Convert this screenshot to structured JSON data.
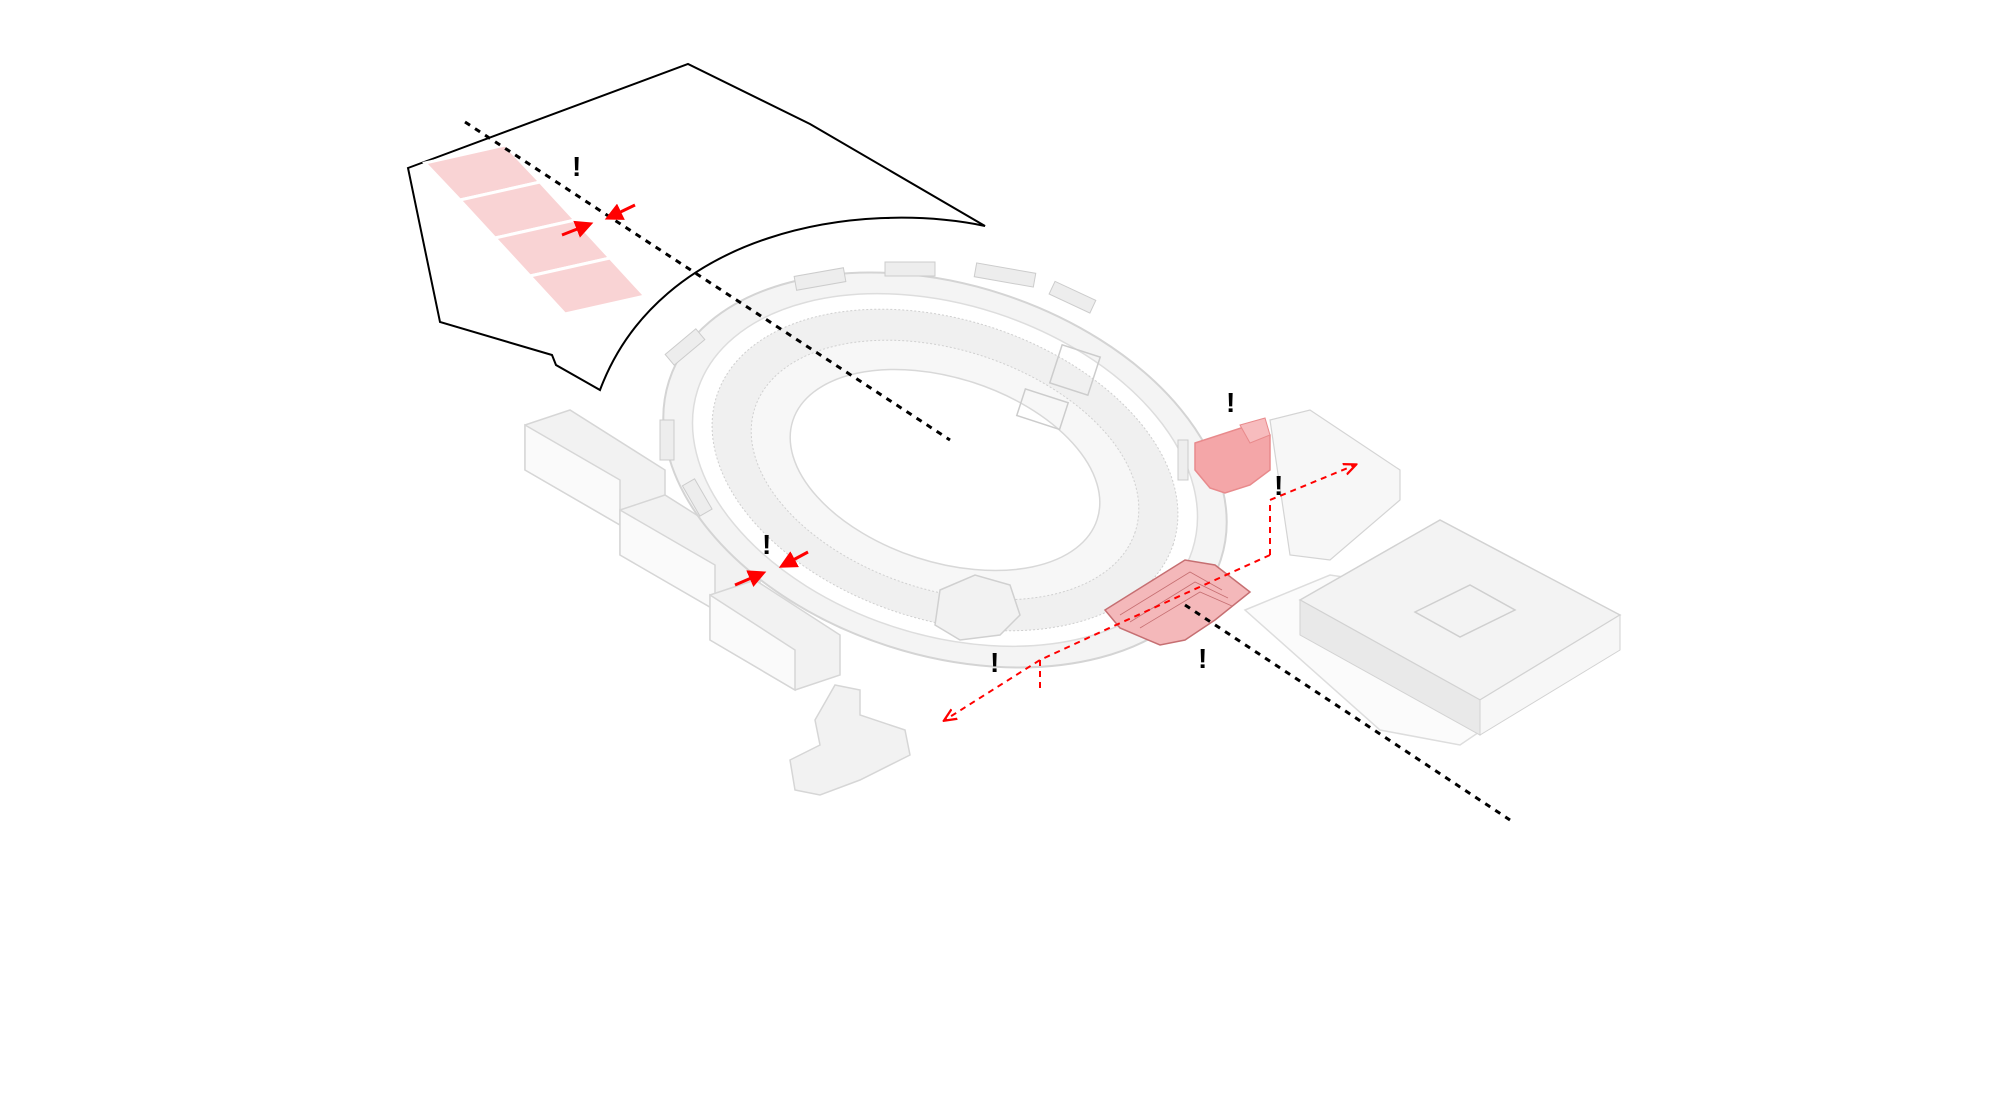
{
  "colors": {
    "background": "#ffffff",
    "massing": "#f2f2f2",
    "massing_edge": "#d0d0d0",
    "highlight": "#f4a6a8",
    "highlight_edge": "#e88a8c",
    "arrow": "#ff0000",
    "axis": "#000000"
  },
  "markers": [
    {
      "id": "marker-north-plot",
      "label": "!"
    },
    {
      "id": "marker-east-building",
      "label": "!"
    },
    {
      "id": "marker-east-walkway",
      "label": "!"
    },
    {
      "id": "marker-west-entrance",
      "label": "!"
    },
    {
      "id": "marker-south-path",
      "label": "!"
    },
    {
      "id": "marker-south-stand",
      "label": "!"
    }
  ],
  "icons": {
    "squeeze_arrows": "arrow-pair-icon",
    "path_arrow": "dashed-arrow-icon",
    "warning": "exclamation-icon"
  }
}
